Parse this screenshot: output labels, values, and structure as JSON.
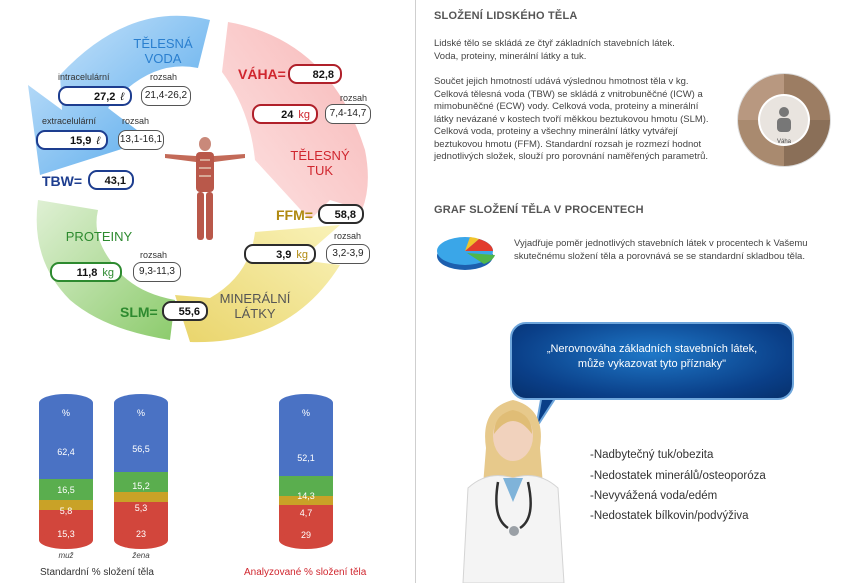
{
  "diagram": {
    "water_title": "TĚLESNÁ\nVODA",
    "weight_label": "VÁHA=",
    "weight_value": "82,8",
    "fat_title": "TĚLESNÝ\nTUK",
    "fat_value": "24",
    "fat_unit": "kg",
    "fat_range_label": "rozsah",
    "fat_range": "7,4-14,7",
    "icw_label": "intracelulární",
    "icw_value": "27,2",
    "icw_unit": "ℓ",
    "icw_range_label": "rozsah",
    "icw_range": "21,4-26,2",
    "ecw_label": "extracelulární",
    "ecw_value": "15,9",
    "ecw_unit": "ℓ",
    "ecw_range_label": "rozsah",
    "ecw_range": "13,1-16,1",
    "tbw_label": "TBW=",
    "tbw_value": "43,1",
    "ffm_label": "FFM=",
    "ffm_value": "58,8",
    "protein_title": "PROTEINY",
    "protein_value": "11,8",
    "protein_unit": "kg",
    "protein_range_label": "rozsah",
    "protein_range": "9,3-11,3",
    "mineral_value": "3,9",
    "mineral_unit": "kg",
    "mineral_range_label": "rozsah",
    "mineral_range": "3,2-3,9",
    "mineral_title": "MINERÁLNÍ\nLÁTKY",
    "slm_label": "SLM=",
    "slm_value": "55,6"
  },
  "cylinders": {
    "standard_caption": "Standardní % složení těla",
    "analyzed_caption": "Analyzované % složení těla",
    "items": [
      {
        "top": "%",
        "water": "62,4",
        "protein": "16,5",
        "mineral": "5,8",
        "fat": "15,3",
        "label": "muž"
      },
      {
        "top": "%",
        "water": "56,5",
        "protein": "15,2",
        "mineral": "5,3",
        "fat": "23",
        "label": "žena"
      },
      {
        "top": "%",
        "water": "52,1",
        "protein": "14,3",
        "mineral": "4,7",
        "fat": "29",
        "label": ""
      }
    ],
    "colors": {
      "water": "#4a72c4",
      "protein": "#5aae4e",
      "mineral": "#c9a227",
      "fat": "#d2463c"
    }
  },
  "right": {
    "heading1": "SLOŽENÍ LIDSKÉHO TĚLA",
    "para1_line1": "Lidské tělo se skládá ze čtyř základních stavebních látek.",
    "para1_line2": "Voda, proteiny, minerální látky a tuk.",
    "para2": [
      "Součet jejich hmotností udává výslednou hmotnost těla v kg.",
      "Celková tělesná voda (TBW) se skládá z vnitrobuněčné (ICW) a",
      "mimobuněčné (ECW) vody. Celková voda, proteiny a minerální",
      "látky nevázané v kostech tvoří měkkou beztukovou hmotu (SLM).",
      "Celková voda, proteiny a všechny minerální látky vytvářejí",
      "beztukovou hmotu (FFM). Standardní rozsah je rozmezí hodnot",
      "jednotlivých složek, slouží pro porovnání naměřených parametrů."
    ],
    "heading2": "GRAF SLOŽENÍ TĚLA V PROCENTECH",
    "para3_line1": "Vyjadřuje poměr jednotlivých stavebních látek v procentech k Vašemu",
    "para3_line2": "skutečnému složení těla a porovnává se se standardní skladbou těla.",
    "bubble_line1": "„Nerovnováha základních stavebních látek,",
    "bubble_line2": "může vykazovat tyto příznaky\"",
    "symptoms": [
      "-Nadbytečný tuk/obezita",
      "-Nedostatek minerálů/osteoporóza",
      "-Nevyvážená voda/edém",
      "-Nedostatek bílkovin/podvýživa"
    ],
    "circle_center": "Váha"
  }
}
